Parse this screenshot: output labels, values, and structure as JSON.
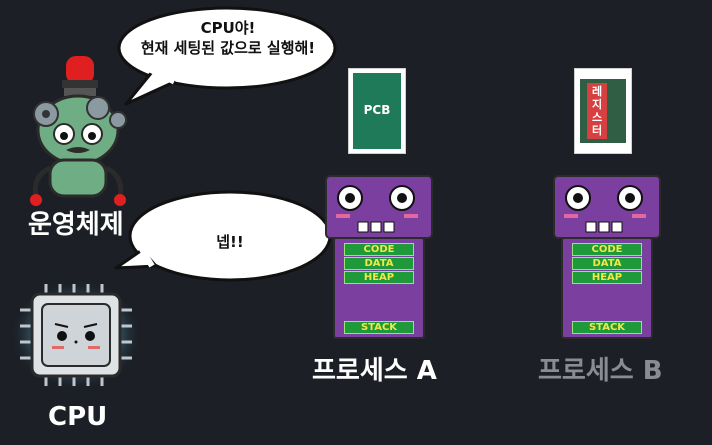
{
  "os_label": "운영체제",
  "cpu_label": "CPU",
  "os_speech": {
    "line1": "CPU야!",
    "line2": "현재 세팅된 값으로 실행해!"
  },
  "cpu_speech": "넵!!",
  "process_a": {
    "label": "프로세스 A",
    "card_label": "PCB",
    "segments": [
      "CODE",
      "DATA",
      "HEAP"
    ],
    "stack_label": "STACK"
  },
  "process_b": {
    "label": "프로세스 B",
    "card_label": "레지스터",
    "segments": [
      "CODE",
      "DATA",
      "HEAP"
    ],
    "stack_label": "STACK"
  },
  "colors": {
    "background": "#1c1f26",
    "monster_body": "#7b3fa0",
    "segment_green": "#1f9a3a",
    "pcb_green": "#1f7a5a",
    "register_red": "#d64040",
    "robot_green": "#6fae84",
    "siren_red": "#e02020"
  }
}
